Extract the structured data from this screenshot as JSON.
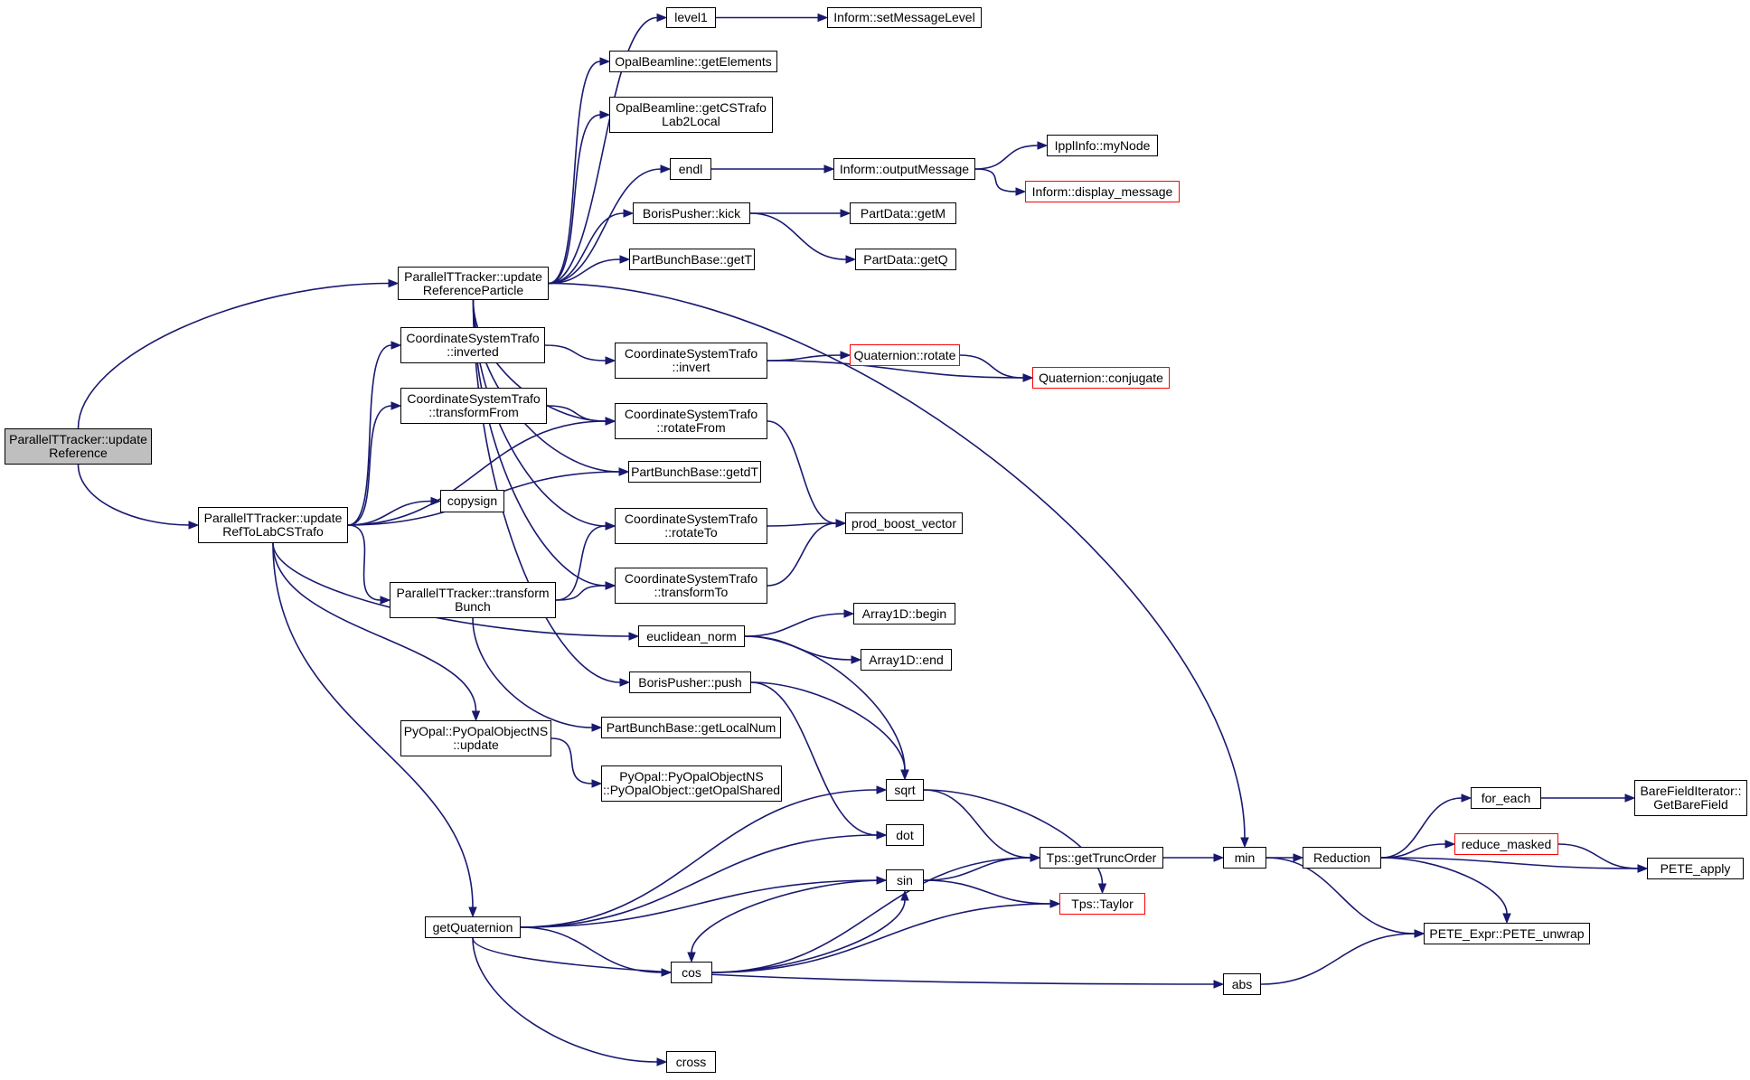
{
  "graph": {
    "colors": {
      "edge": "#191970",
      "node_border": "#000000",
      "node_fill": "#ffffff",
      "root_fill": "#bfbfbf",
      "truncated_border": "#ff0000"
    },
    "nodes": [
      {
        "id": "update_reference",
        "label": "ParallelTTracker::update\nReference",
        "style": "root"
      },
      {
        "id": "update_ref_particle",
        "label": "ParallelTTracker::update\nReferenceParticle"
      },
      {
        "id": "update_ref_to_lab",
        "label": "ParallelTTracker::update\nRefToLabCSTrafo"
      },
      {
        "id": "level1",
        "label": "level1"
      },
      {
        "id": "set_message_level",
        "label": "Inform::setMessageLevel"
      },
      {
        "id": "get_elements",
        "label": "OpalBeamline::getElements"
      },
      {
        "id": "get_cs_trafo",
        "label": "OpalBeamline::getCSTrafo\nLab2Local"
      },
      {
        "id": "endl",
        "label": "endl"
      },
      {
        "id": "output_message",
        "label": "Inform::outputMessage"
      },
      {
        "id": "my_node",
        "label": "IpplInfo::myNode"
      },
      {
        "id": "display_message",
        "label": "Inform::display_message",
        "style": "truncated"
      },
      {
        "id": "boris_kick",
        "label": "BorisPusher::kick"
      },
      {
        "id": "get_m",
        "label": "PartData::getM"
      },
      {
        "id": "get_q",
        "label": "PartData::getQ"
      },
      {
        "id": "get_t",
        "label": "PartBunchBase::getT"
      },
      {
        "id": "cs_inverted",
        "label": "CoordinateSystemTrafo\n::inverted"
      },
      {
        "id": "cs_invert",
        "label": "CoordinateSystemTrafo\n::invert"
      },
      {
        "id": "quat_rotate",
        "label": "Quaternion::rotate",
        "style": "truncated"
      },
      {
        "id": "quat_conjugate",
        "label": "Quaternion::conjugate",
        "style": "truncated"
      },
      {
        "id": "cs_transform_from",
        "label": "CoordinateSystemTrafo\n::transformFrom"
      },
      {
        "id": "cs_rotate_from",
        "label": "CoordinateSystemTrafo\n::rotateFrom"
      },
      {
        "id": "get_dt",
        "label": "PartBunchBase::getdT"
      },
      {
        "id": "copysign",
        "label": "copysign"
      },
      {
        "id": "prod_boost",
        "label": "prod_boost_vector"
      },
      {
        "id": "cs_rotate_to",
        "label": "CoordinateSystemTrafo\n::rotateTo"
      },
      {
        "id": "cs_transform_to",
        "label": "CoordinateSystemTrafo\n::transformTo"
      },
      {
        "id": "transform_bunch",
        "label": "ParallelTTracker::transform\nBunch"
      },
      {
        "id": "euclidean_norm",
        "label": "euclidean_norm"
      },
      {
        "id": "array_begin",
        "label": "Array1D::begin"
      },
      {
        "id": "array_end",
        "label": "Array1D::end"
      },
      {
        "id": "boris_push",
        "label": "BorisPusher::push"
      },
      {
        "id": "get_local_num",
        "label": "PartBunchBase::getLocalNum"
      },
      {
        "id": "pyopal_update",
        "label": "PyOpal::PyOpalObjectNS\n::update"
      },
      {
        "id": "pyopal_shared",
        "label": "PyOpal::PyOpalObjectNS\n::PyOpalObject::getOpalShared"
      },
      {
        "id": "sqrt",
        "label": "sqrt"
      },
      {
        "id": "dot",
        "label": "dot"
      },
      {
        "id": "sin",
        "label": "sin"
      },
      {
        "id": "cos",
        "label": "cos"
      },
      {
        "id": "get_quaternion",
        "label": "getQuaternion"
      },
      {
        "id": "get_trunc_order",
        "label": "Tps::getTruncOrder"
      },
      {
        "id": "taylor",
        "label": "Tps::Taylor",
        "style": "truncated"
      },
      {
        "id": "min",
        "label": "min"
      },
      {
        "id": "reduction",
        "label": "Reduction"
      },
      {
        "id": "for_each",
        "label": "for_each"
      },
      {
        "id": "bare_field",
        "label": "BareFieldIterator::\nGetBareField"
      },
      {
        "id": "reduce_masked",
        "label": "reduce_masked",
        "style": "truncated"
      },
      {
        "id": "pete_apply",
        "label": "PETE_apply"
      },
      {
        "id": "pete_unwrap",
        "label": "PETE_Expr::PETE_unwrap"
      },
      {
        "id": "abs",
        "label": "abs"
      },
      {
        "id": "cross",
        "label": "cross"
      }
    ],
    "edges": [
      [
        "update_reference",
        "update_ref_particle"
      ],
      [
        "update_reference",
        "update_ref_to_lab"
      ],
      [
        "update_ref_particle",
        "level1"
      ],
      [
        "update_ref_particle",
        "get_elements"
      ],
      [
        "update_ref_particle",
        "get_cs_trafo"
      ],
      [
        "update_ref_particle",
        "endl"
      ],
      [
        "update_ref_particle",
        "boris_kick"
      ],
      [
        "update_ref_particle",
        "get_t"
      ],
      [
        "update_ref_particle",
        "min"
      ],
      [
        "update_ref_particle",
        "cs_rotate_from"
      ],
      [
        "update_ref_particle",
        "get_dt"
      ],
      [
        "update_ref_particle",
        "cs_rotate_to"
      ],
      [
        "update_ref_particle",
        "cs_transform_to"
      ],
      [
        "update_ref_particle",
        "boris_push"
      ],
      [
        "level1",
        "set_message_level"
      ],
      [
        "endl",
        "output_message"
      ],
      [
        "output_message",
        "my_node"
      ],
      [
        "output_message",
        "display_message"
      ],
      [
        "boris_kick",
        "get_m"
      ],
      [
        "boris_kick",
        "get_q"
      ],
      [
        "update_ref_to_lab",
        "cs_inverted"
      ],
      [
        "update_ref_to_lab",
        "cs_transform_from"
      ],
      [
        "update_ref_to_lab",
        "cs_rotate_from"
      ],
      [
        "update_ref_to_lab",
        "copysign"
      ],
      [
        "update_ref_to_lab",
        "get_dt"
      ],
      [
        "update_ref_to_lab",
        "transform_bunch"
      ],
      [
        "update_ref_to_lab",
        "euclidean_norm"
      ],
      [
        "update_ref_to_lab",
        "pyopal_update"
      ],
      [
        "update_ref_to_lab",
        "get_quaternion"
      ],
      [
        "cs_inverted",
        "cs_invert"
      ],
      [
        "cs_invert",
        "quat_rotate"
      ],
      [
        "cs_invert",
        "quat_conjugate"
      ],
      [
        "quat_rotate",
        "quat_conjugate"
      ],
      [
        "cs_transform_from",
        "cs_rotate_from"
      ],
      [
        "cs_rotate_from",
        "prod_boost"
      ],
      [
        "cs_rotate_to",
        "prod_boost"
      ],
      [
        "cs_transform_to",
        "prod_boost"
      ],
      [
        "transform_bunch",
        "cs_rotate_to"
      ],
      [
        "transform_bunch",
        "cs_transform_to"
      ],
      [
        "transform_bunch",
        "get_local_num"
      ],
      [
        "euclidean_norm",
        "array_begin"
      ],
      [
        "euclidean_norm",
        "array_end"
      ],
      [
        "euclidean_norm",
        "sqrt"
      ],
      [
        "boris_push",
        "sqrt"
      ],
      [
        "boris_push",
        "dot"
      ],
      [
        "pyopal_update",
        "pyopal_shared"
      ],
      [
        "get_quaternion",
        "sqrt"
      ],
      [
        "get_quaternion",
        "dot"
      ],
      [
        "get_quaternion",
        "sin"
      ],
      [
        "get_quaternion",
        "cos"
      ],
      [
        "get_quaternion",
        "abs"
      ],
      [
        "get_quaternion",
        "cross"
      ],
      [
        "sqrt",
        "get_trunc_order"
      ],
      [
        "sqrt",
        "taylor"
      ],
      [
        "sin",
        "cos"
      ],
      [
        "sin",
        "get_trunc_order"
      ],
      [
        "sin",
        "taylor"
      ],
      [
        "cos",
        "sin"
      ],
      [
        "cos",
        "get_trunc_order"
      ],
      [
        "cos",
        "taylor"
      ],
      [
        "get_trunc_order",
        "min"
      ],
      [
        "min",
        "reduction"
      ],
      [
        "min",
        "pete_unwrap"
      ],
      [
        "reduction",
        "for_each"
      ],
      [
        "reduction",
        "reduce_masked"
      ],
      [
        "reduction",
        "pete_apply"
      ],
      [
        "reduction",
        "pete_unwrap"
      ],
      [
        "for_each",
        "bare_field"
      ],
      [
        "reduce_masked",
        "pete_apply"
      ],
      [
        "abs",
        "pete_unwrap"
      ]
    ]
  }
}
